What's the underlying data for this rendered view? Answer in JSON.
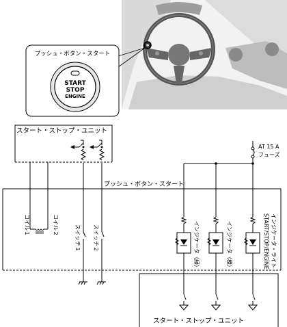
{
  "callout": {
    "label": "プッシュ・ボタン・スタート",
    "button_line1": "START",
    "button_line2": "STOP",
    "button_line3": "ENGINE"
  },
  "unit_top": {
    "title": "スタート・ストップ・ユニット"
  },
  "fuse": {
    "line1": "AT 15 A",
    "line2": "フューズ"
  },
  "push_button": {
    "title": "プッシュ・ボタン・スタート"
  },
  "labels": {
    "coil1": "コイル１",
    "coil2": "コイル２",
    "switch1": "スイッチ１",
    "switch2": "スイッチ２",
    "indicator_green": "インジケータ（緑）",
    "indicator_amber": "インジケータ（橙）",
    "light_line1": "START/STOP/ENGINE",
    "light_line2": "インジケータ・ライト"
  },
  "unit_bottom": {
    "title": "スタート・ストップ・ユニット"
  }
}
